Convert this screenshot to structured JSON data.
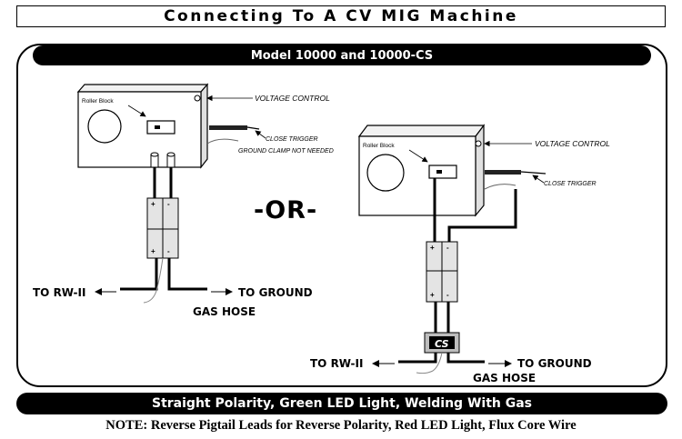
{
  "title": "Connecting To A CV MIG Machine",
  "subtitle": "Model 10000 and 10000-CS",
  "or_label": "-OR-",
  "footer": "Straight Polarity, Green LED Light, Welding With Gas",
  "note": "NOTE: Reverse Pigtail Leads for Reverse Polarity, Red LED Light, Flux Core Wire",
  "left": {
    "box_label": "Roller Block",
    "voltage_control": "VOLTAGE CONTROL",
    "close_trigger": "CLOSE TRIGGER",
    "ground_clamp": "GROUND CLAMP NOT NEEDED",
    "to_rw": "TO RW-II",
    "to_ground": "TO GROUND",
    "gas_hose": "GAS HOSE",
    "plus": "+",
    "minus": "-"
  },
  "right": {
    "box_label": "Roller Block",
    "voltage_control": "VOLTAGE CONTROL",
    "close_trigger": "CLOSE TRIGGER",
    "cs_label": "CS",
    "to_rw": "TO RW-II",
    "to_ground": "TO GROUND",
    "gas_hose": "GAS HOSE",
    "plus": "+",
    "minus": "-"
  }
}
